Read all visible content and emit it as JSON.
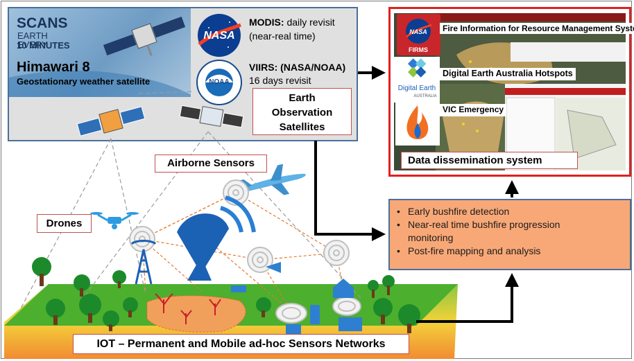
{
  "himawari": {
    "scans_title": "SCANS",
    "scans_line1": "EARTH EVERY",
    "scans_line2": "10 MINUTES",
    "name": "Himawari 8",
    "description": "Geostationary weather satellite"
  },
  "modis": {
    "name": "MODIS:",
    "detail1": "daily revisit",
    "detail2": "(near-real time)"
  },
  "viirs": {
    "name": "VIIRS: (NASA/NOAA)",
    "detail": "16 days revisit"
  },
  "logos": {
    "nasa": "NASA",
    "noaa": "NOAA",
    "firms": "FIRMS",
    "digital_earth_1": "Digital Earth",
    "digital_earth_2": "AUSTRALIA"
  },
  "eo_label": [
    "Earth",
    "Observation",
    "Satellites"
  ],
  "dissemination": {
    "firms": "Fire Information for Resource Management System",
    "dea": "Digital Earth Australia Hotspots",
    "vic": "VIC Emergency",
    "label": "Data dissemination system"
  },
  "outcomes": [
    "Early bushfire detection",
    "Near-real time bushfire progression",
    "monitoring",
    "Post-fire mapping and analysis"
  ],
  "airborne_label": "Airborne Sensors",
  "drones_label": "Drones",
  "iot_label": "IOT – Permanent and Mobile ad-hoc Sensors Networks",
  "colors": {
    "orange_box": "#f8a877",
    "panel_border": "#4a6f9b",
    "label_border": "#c0504d",
    "dissemination_border": "#e02020",
    "sensor_blue": "#2e7fd1",
    "ground_green": "#4caf2e"
  }
}
